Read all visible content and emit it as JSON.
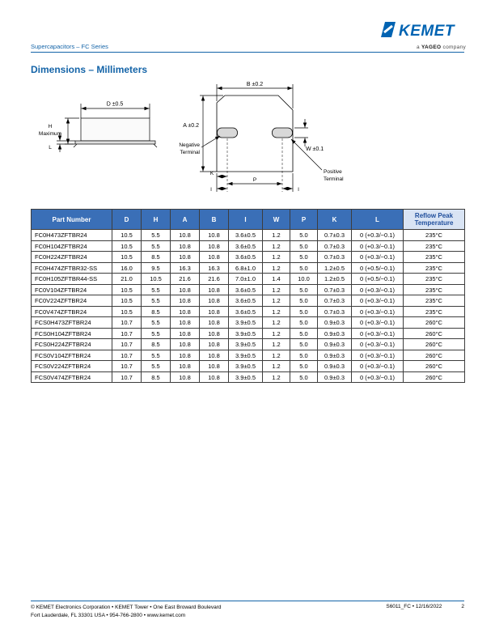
{
  "header": {
    "series_title": "Supercapacitors – FC Series",
    "logo_text": "KEMET",
    "tagline_prefix": "a",
    "tagline_brand": "YAGEO",
    "tagline_suffix": "company"
  },
  "page": {
    "section_title": "Dimensions – Millimeters"
  },
  "diagram": {
    "d_label": "D ±0.5",
    "h_label_line1": "H",
    "h_label_line2": "Maximum",
    "l_label": "L",
    "b_label": "B ±0.2",
    "a_label": "A ±0.2",
    "w_label": "W ±0.1",
    "negative_line1": "Negative",
    "negative_line2": "Terminal",
    "positive_line1": "Positive",
    "positive_line2": "Terminal",
    "k_label": "K",
    "p_label": "P",
    "i_label_left": "I",
    "i_label_right": "I"
  },
  "table": {
    "headers": [
      "Part Number",
      "D",
      "H",
      "A",
      "B",
      "I",
      "W",
      "P",
      "K",
      "L",
      "Reflow Peak Temperature"
    ],
    "rows": [
      [
        "FC0H473ZFTBR24",
        "10.5",
        "5.5",
        "10.8",
        "10.8",
        "3.6±0.5",
        "1.2",
        "5.0",
        "0.7±0.3",
        "0 (+0.3/−0.1)",
        "235°C"
      ],
      [
        "FC0H104ZFTBR24",
        "10.5",
        "5.5",
        "10.8",
        "10.8",
        "3.6±0.5",
        "1.2",
        "5.0",
        "0.7±0.3",
        "0 (+0.3/−0.1)",
        "235°C"
      ],
      [
        "FC0H224ZFTBR24",
        "10.5",
        "8.5",
        "10.8",
        "10.8",
        "3.6±0.5",
        "1.2",
        "5.0",
        "0.7±0.3",
        "0 (+0.3/−0.1)",
        "235°C"
      ],
      [
        "FC0H474ZFTBR32-SS",
        "16.0",
        "9.5",
        "16.3",
        "16.3",
        "6.8±1.0",
        "1.2",
        "5.0",
        "1.2±0.5",
        "0 (+0.5/−0.1)",
        "235°C"
      ],
      [
        "FC0H105ZFTBR44-SS",
        "21.0",
        "10.5",
        "21.6",
        "21.6",
        "7.0±1.0",
        "1.4",
        "10.0",
        "1.2±0.5",
        "0 (+0.5/−0.1)",
        "235°C"
      ],
      [
        "FC0V104ZFTBR24",
        "10.5",
        "5.5",
        "10.8",
        "10.8",
        "3.6±0.5",
        "1.2",
        "5.0",
        "0.7±0.3",
        "0 (+0.3/−0.1)",
        "235°C"
      ],
      [
        "FC0V224ZFTBR24",
        "10.5",
        "5.5",
        "10.8",
        "10.8",
        "3.6±0.5",
        "1.2",
        "5.0",
        "0.7±0.3",
        "0 (+0.3/−0.1)",
        "235°C"
      ],
      [
        "FC0V474ZFTBR24",
        "10.5",
        "8.5",
        "10.8",
        "10.8",
        "3.6±0.5",
        "1.2",
        "5.0",
        "0.7±0.3",
        "0 (+0.3/−0.1)",
        "235°C"
      ],
      [
        "FCS0H473ZFTBR24",
        "10.7",
        "5.5",
        "10.8",
        "10.8",
        "3.9±0.5",
        "1.2",
        "5.0",
        "0.9±0.3",
        "0 (+0.3/−0.1)",
        "260°C"
      ],
      [
        "FCS0H104ZFTBR24",
        "10.7",
        "5.5",
        "10.8",
        "10.8",
        "3.9±0.5",
        "1.2",
        "5.0",
        "0.9±0.3",
        "0 (+0.3/−0.1)",
        "260°C"
      ],
      [
        "FCS0H224ZFTBR24",
        "10.7",
        "8.5",
        "10.8",
        "10.8",
        "3.9±0.5",
        "1.2",
        "5.0",
        "0.9±0.3",
        "0 (+0.3/−0.1)",
        "260°C"
      ],
      [
        "FCS0V104ZFTBR24",
        "10.7",
        "5.5",
        "10.8",
        "10.8",
        "3.9±0.5",
        "1.2",
        "5.0",
        "0.9±0.3",
        "0 (+0.3/−0.1)",
        "260°C"
      ],
      [
        "FCS0V224ZFTBR24",
        "10.7",
        "5.5",
        "10.8",
        "10.8",
        "3.9±0.5",
        "1.2",
        "5.0",
        "0.9±0.3",
        "0 (+0.3/−0.1)",
        "260°C"
      ],
      [
        "FCS0V474ZFTBR24",
        "10.7",
        "8.5",
        "10.8",
        "10.8",
        "3.9±0.5",
        "1.2",
        "5.0",
        "0.9±0.3",
        "0 (+0.3/−0.1)",
        "260°C"
      ]
    ]
  },
  "footer": {
    "left_line1": "© KEMET Electronics Corporation • KEMET Tower • One East Broward Boulevard",
    "left_line2": "Fort Lauderdale, FL 33301 USA • 954-766-2800 • www.kemet.com",
    "doc_ref": "S6011_FC • 12/16/2022",
    "page_number": "2"
  },
  "colors": {
    "brand_blue": "#1464A8",
    "table_header_bg": "#3A6FB7",
    "reflow_header_bg": "#D9E4F4",
    "reflow_header_text": "#1F4E9C"
  }
}
